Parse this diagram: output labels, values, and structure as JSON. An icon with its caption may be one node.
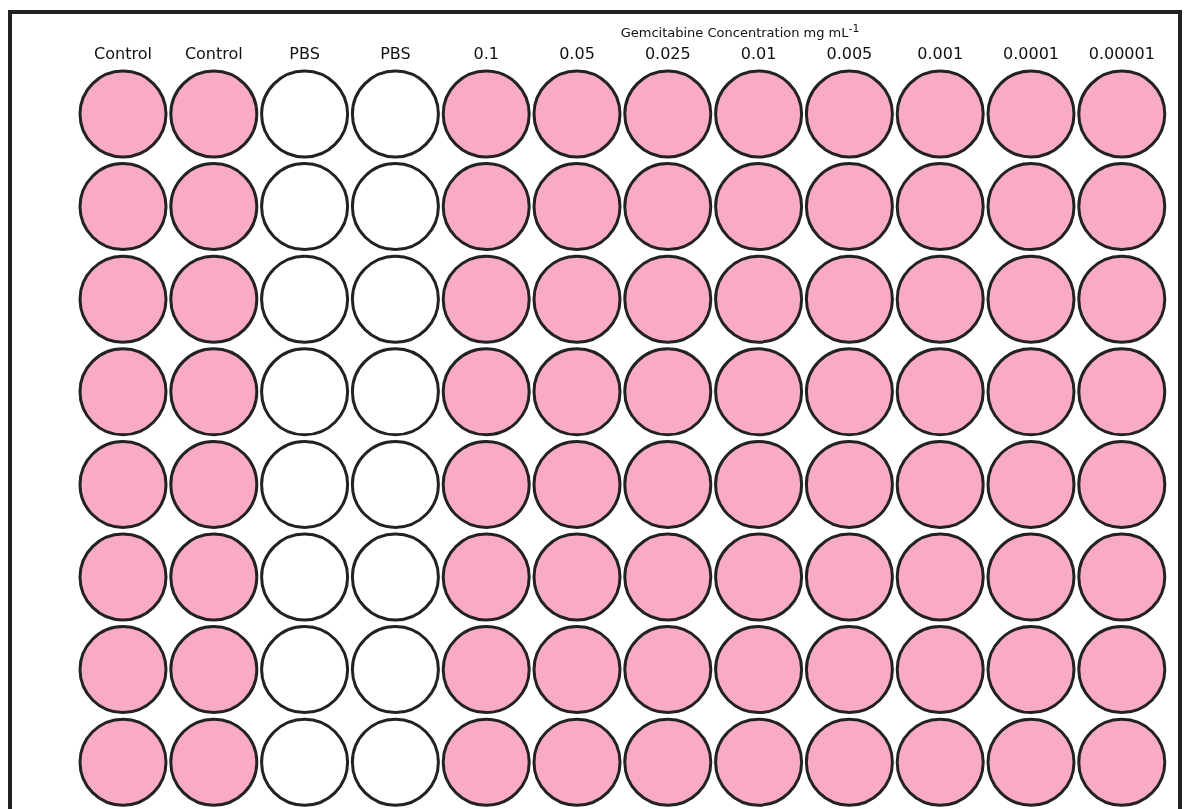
{
  "diagram": {
    "labels": [
      "Gemcitabine Concentration mg mL$^{-1}$",
      "Control",
      "Control",
      "PBS",
      "PBS",
      "0.1",
      "0.05",
      "0.025",
      "0.01",
      "0.005",
      "0.001",
      "0.0001",
      "0.00001"
    ]
  }
}
